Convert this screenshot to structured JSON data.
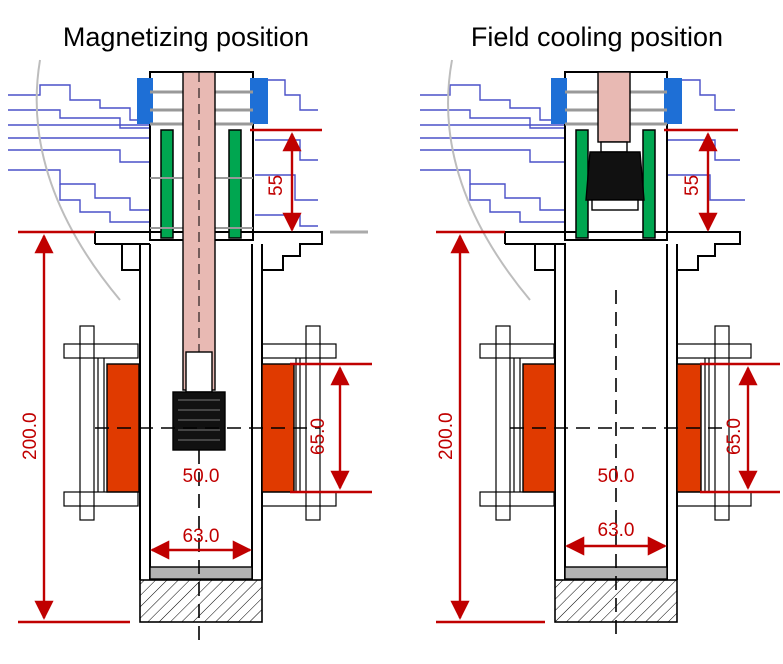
{
  "panels": [
    {
      "title": "Magnetizing position",
      "dims": {
        "insert_travel": "55",
        "total_height": "200.0",
        "coil_length": "65.0",
        "inner_diameter": "50.0",
        "outer_diameter": "63.0"
      }
    },
    {
      "title": "Field cooling position",
      "dims": {
        "insert_travel": "55",
        "total_height": "200.0",
        "coil_length": "65.0",
        "inner_diameter": "50.0",
        "outer_diameter": "63.0"
      }
    }
  ],
  "colors": {
    "dimension_lines": "#c00000",
    "coil": "#e03a00",
    "spacer": "#00a650",
    "clamp": "#1e6fd6",
    "rod": "#e8b9b3",
    "background_drawing": "#4a50c8"
  }
}
